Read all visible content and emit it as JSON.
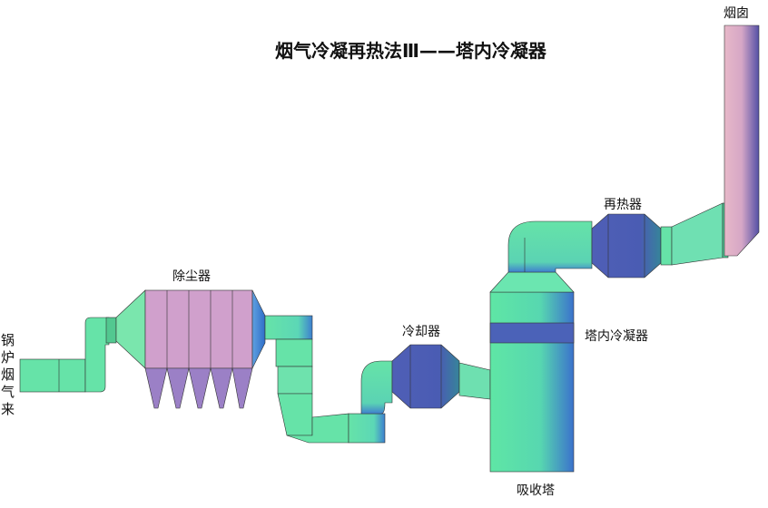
{
  "title": "烟气冷凝再热法Ⅲ——塔内冷凝器",
  "labels": {
    "inlet": "锅炉烟气来",
    "dust_collector": "除尘器",
    "cooler": "冷却器",
    "condenser": "塔内冷凝器",
    "absorber": "吸收塔",
    "reheater": "再热器",
    "chimney": "烟囱"
  },
  "colors": {
    "duct": "#66e3a8",
    "duct_dark": "#3dbd8c",
    "vessel": "#4f5fb6",
    "dust_body": "#d0a0cc",
    "hopper": "#9b80c6",
    "chimney_light": "#e3b6c7",
    "chimney_dark": "#5a54a8",
    "tower_edge": "#3d6fc9"
  }
}
